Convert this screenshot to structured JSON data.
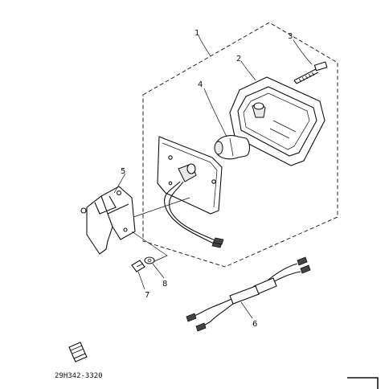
{
  "diagram": {
    "callouts": {
      "c1": "1",
      "c2": "2",
      "c3": "3",
      "c4": "4",
      "c5": "5",
      "c6": "6",
      "c7": "7",
      "c8": "8"
    },
    "part_number": "29H342-3320"
  }
}
